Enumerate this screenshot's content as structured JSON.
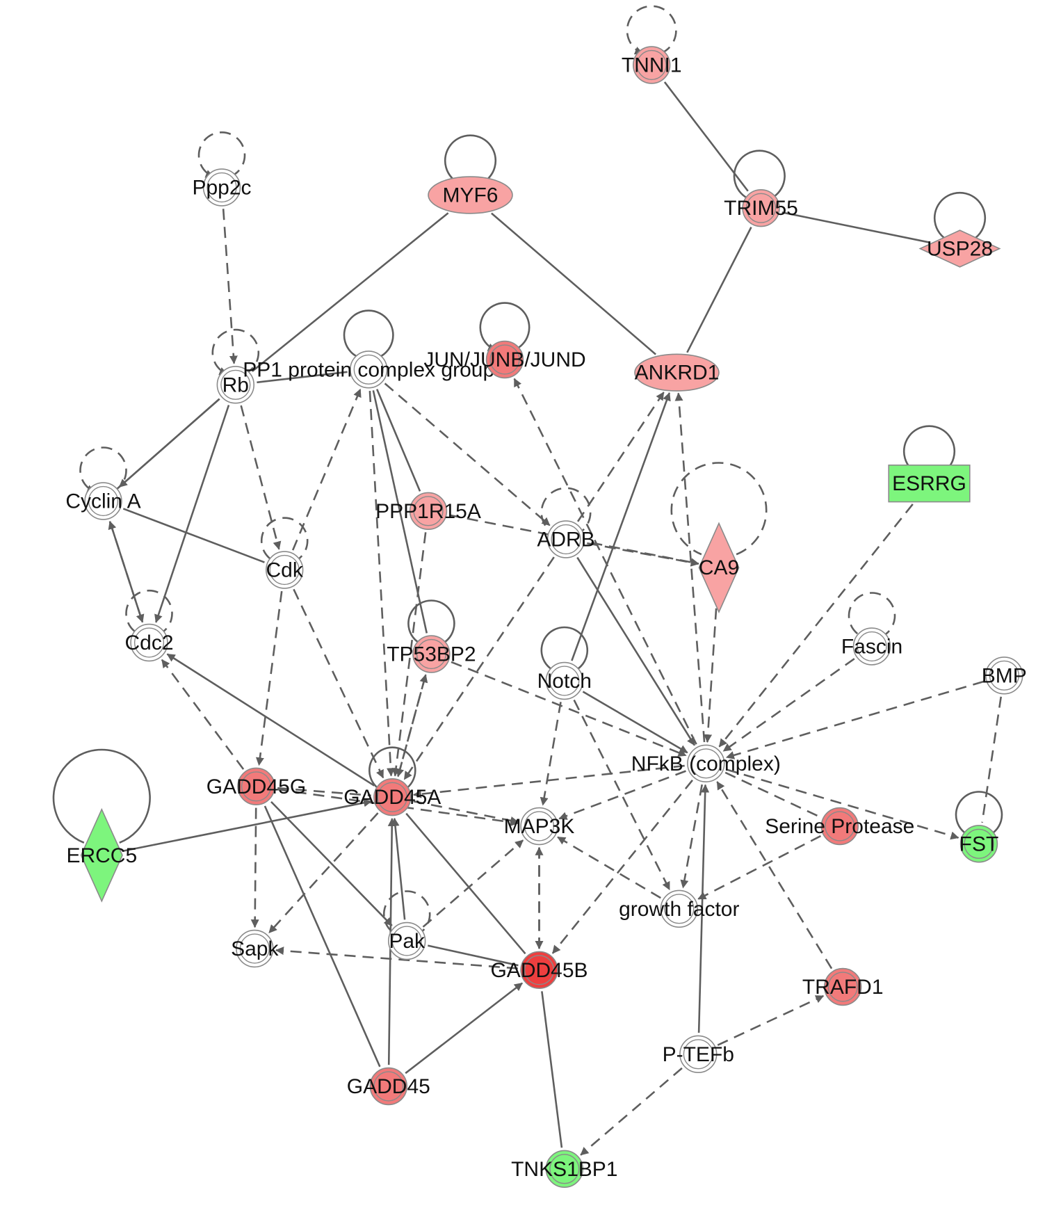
{
  "colors": {
    "up_light": "#f8a3a3",
    "up_medium": "#f27a7a",
    "up_strong": "#ee3f3f",
    "down": "#7df57d",
    "neutral": "#ffffff",
    "edge": "#5e5e5e"
  },
  "nodes": [
    {
      "id": "TNNI1",
      "label": "TNNI1",
      "shape": "circle",
      "color": "up_light"
    },
    {
      "id": "Ppp2c",
      "label": "Ppp2c",
      "shape": "circle",
      "color": "neutral"
    },
    {
      "id": "MYF6",
      "label": "MYF6",
      "shape": "ellipse",
      "color": "up_light"
    },
    {
      "id": "TRIM55",
      "label": "TRIM55",
      "shape": "circle",
      "color": "up_light"
    },
    {
      "id": "USP28",
      "label": "USP28",
      "shape": "diamond",
      "color": "up_light"
    },
    {
      "id": "Rb",
      "label": "Rb",
      "shape": "circle",
      "color": "neutral"
    },
    {
      "id": "PP1",
      "label": "PP1 protein complex group",
      "shape": "circle",
      "color": "neutral"
    },
    {
      "id": "JUN",
      "label": "JUN/JUNB/JUND",
      "shape": "circle",
      "color": "up_medium"
    },
    {
      "id": "ANKRD1",
      "label": "ANKRD1",
      "shape": "ellipse",
      "color": "up_light"
    },
    {
      "id": "ESRRG",
      "label": "ESRRG",
      "shape": "rect",
      "color": "down"
    },
    {
      "id": "CyclinA",
      "label": "Cyclin A",
      "shape": "circle",
      "color": "neutral"
    },
    {
      "id": "PPP1R15A",
      "label": "PPP1R15A",
      "shape": "circle",
      "color": "up_light"
    },
    {
      "id": "ADRB",
      "label": "ADRB",
      "shape": "circle",
      "color": "neutral"
    },
    {
      "id": "CA9",
      "label": "CA9",
      "shape": "diamond",
      "color": "up_light"
    },
    {
      "id": "Cdk",
      "label": "Cdk",
      "shape": "circle",
      "color": "neutral"
    },
    {
      "id": "Cdc2",
      "label": "Cdc2",
      "shape": "circle",
      "color": "neutral"
    },
    {
      "id": "TP53BP2",
      "label": "TP53BP2",
      "shape": "circle",
      "color": "up_light"
    },
    {
      "id": "Notch",
      "label": "Notch",
      "shape": "circle",
      "color": "neutral"
    },
    {
      "id": "Fascin",
      "label": "Fascin",
      "shape": "circle",
      "color": "neutral"
    },
    {
      "id": "BMP",
      "label": "BMP",
      "shape": "circle",
      "color": "neutral"
    },
    {
      "id": "NFkB",
      "label": "NFkB (complex)",
      "shape": "circle",
      "color": "neutral"
    },
    {
      "id": "GADD45G",
      "label": "GADD45G",
      "shape": "circle",
      "color": "up_medium"
    },
    {
      "id": "GADD45A",
      "label": "GADD45A",
      "shape": "circle",
      "color": "up_medium"
    },
    {
      "id": "MAP3K",
      "label": "MAP3K",
      "shape": "circle",
      "color": "neutral"
    },
    {
      "id": "SerineProtease",
      "label": "Serine Protease",
      "shape": "circle",
      "color": "up_medium"
    },
    {
      "id": "FST",
      "label": "FST",
      "shape": "circle",
      "color": "down"
    },
    {
      "id": "ERCC5",
      "label": "ERCC5",
      "shape": "diamond",
      "color": "down"
    },
    {
      "id": "growthfactor",
      "label": "growth factor",
      "shape": "circle",
      "color": "neutral"
    },
    {
      "id": "Sapk",
      "label": "Sapk",
      "shape": "circle",
      "color": "neutral"
    },
    {
      "id": "Pak",
      "label": "Pak",
      "shape": "circle",
      "color": "neutral"
    },
    {
      "id": "GADD45B",
      "label": "GADD45B",
      "shape": "circle",
      "color": "up_strong"
    },
    {
      "id": "TRAFD1",
      "label": "TRAFD1",
      "shape": "circle",
      "color": "up_medium"
    },
    {
      "id": "PTEFb",
      "label": "P-TEFb",
      "shape": "circle",
      "color": "neutral"
    },
    {
      "id": "GADD45",
      "label": "GADD45",
      "shape": "circle",
      "color": "up_medium"
    },
    {
      "id": "TNKS1BP1",
      "label": "TNKS1BP1",
      "shape": "circle",
      "color": "down"
    }
  ],
  "self_loops": [
    {
      "node": "TNNI1",
      "dashed": true,
      "arrow": true
    },
    {
      "node": "Ppp2c",
      "dashed": true,
      "arrow": true
    },
    {
      "node": "MYF6",
      "dashed": false,
      "arrow": true
    },
    {
      "node": "TRIM55",
      "dashed": false,
      "arrow": false
    },
    {
      "node": "USP28",
      "dashed": false,
      "arrow": false
    },
    {
      "node": "Rb",
      "dashed": true,
      "arrow": true
    },
    {
      "node": "PP1",
      "dashed": false,
      "arrow": false
    },
    {
      "node": "JUN",
      "dashed": false,
      "arrow": true
    },
    {
      "node": "ESRRG",
      "dashed": false,
      "arrow": false
    },
    {
      "node": "CyclinA",
      "dashed": true,
      "arrow": true
    },
    {
      "node": "ADRB",
      "dashed": true,
      "arrow": false
    },
    {
      "node": "CA9",
      "dashed": true,
      "arrow": false
    },
    {
      "node": "Cdk",
      "dashed": true,
      "arrow": false
    },
    {
      "node": "Cdc2",
      "dashed": true,
      "arrow": false
    },
    {
      "node": "TP53BP2",
      "dashed": false,
      "arrow": false
    },
    {
      "node": "Notch",
      "dashed": false,
      "arrow": false
    },
    {
      "node": "Fascin",
      "dashed": true,
      "arrow": false
    },
    {
      "node": "GADD45A",
      "dashed": false,
      "arrow": false
    },
    {
      "node": "FST",
      "dashed": false,
      "arrow": false
    },
    {
      "node": "ERCC5",
      "dashed": false,
      "arrow": false
    },
    {
      "node": "Pak",
      "dashed": true,
      "arrow": false
    }
  ],
  "edges": [
    {
      "from": "TNNI1",
      "to": "TRIM55",
      "dashed": false,
      "arrow": false
    },
    {
      "from": "TRIM55",
      "to": "USP28",
      "dashed": false,
      "arrow": false
    },
    {
      "from": "TRIM55",
      "to": "ANKRD1",
      "dashed": false,
      "arrow": false
    },
    {
      "from": "MYF6",
      "to": "Rb",
      "dashed": false,
      "arrow": false
    },
    {
      "from": "MYF6",
      "to": "ANKRD1",
      "dashed": false,
      "arrow": false
    },
    {
      "from": "Ppp2c",
      "to": "Rb",
      "dashed": true,
      "arrow": true
    },
    {
      "from": "Rb",
      "to": "PP1",
      "dashed": false,
      "arrow": false
    },
    {
      "from": "Rb",
      "to": "CyclinA",
      "dashed": false,
      "arrow": true
    },
    {
      "from": "CyclinA",
      "to": "Rb",
      "dashed": false,
      "arrow": false
    },
    {
      "from": "Rb",
      "to": "Cdc2",
      "dashed": false,
      "arrow": true
    },
    {
      "from": "Rb",
      "to": "Cdk",
      "dashed": true,
      "arrow": true
    },
    {
      "from": "Cdk",
      "to": "PP1",
      "dashed": true,
      "arrow": true
    },
    {
      "from": "PP1",
      "to": "PPP1R15A",
      "dashed": false,
      "arrow": false
    },
    {
      "from": "PP1",
      "to": "TP53BP2",
      "dashed": false,
      "arrow": false
    },
    {
      "from": "PP1",
      "to": "ADRB",
      "dashed": true,
      "arrow": true
    },
    {
      "from": "PP1",
      "to": "GADD45A",
      "dashed": true,
      "arrow": true
    },
    {
      "from": "CyclinA",
      "to": "Cdk",
      "dashed": false,
      "arrow": false
    },
    {
      "from": "Cdc2",
      "to": "CyclinA",
      "dashed": false,
      "arrow": true
    },
    {
      "from": "CyclinA",
      "to": "Cdc2",
      "dashed": true,
      "arrow": true
    },
    {
      "from": "Cdk",
      "to": "GADD45G",
      "dashed": true,
      "arrow": true
    },
    {
      "from": "Cdk",
      "to": "GADD45A",
      "dashed": true,
      "arrow": true
    },
    {
      "from": "GADD45G",
      "to": "Cdc2",
      "dashed": true,
      "arrow": true
    },
    {
      "from": "GADD45A",
      "to": "Cdc2",
      "dashed": false,
      "arrow": true
    },
    {
      "from": "PPP1R15A",
      "to": "CA9",
      "dashed": true,
      "arrow": true
    },
    {
      "from": "PPP1R15A",
      "to": "GADD45A",
      "dashed": true,
      "arrow": true
    },
    {
      "from": "ADRB",
      "to": "CA9",
      "dashed": true,
      "arrow": true
    },
    {
      "from": "ADRB",
      "to": "ANKRD1",
      "dashed": true,
      "arrow": true
    },
    {
      "from": "ADRB",
      "to": "GADD45A",
      "dashed": true,
      "arrow": true
    },
    {
      "from": "ADRB",
      "to": "NFkB",
      "dashed": false,
      "arrow": true
    },
    {
      "from": "NFkB",
      "to": "JUN",
      "dashed": true,
      "arrow": true
    },
    {
      "from": "NFkB",
      "to": "ANKRD1",
      "dashed": true,
      "arrow": true
    },
    {
      "from": "Notch",
      "to": "ANKRD1",
      "dashed": false,
      "arrow": true
    },
    {
      "from": "CA9",
      "to": "NFkB",
      "dashed": true,
      "arrow": true
    },
    {
      "from": "ESRRG",
      "to": "NFkB",
      "dashed": true,
      "arrow": true
    },
    {
      "from": "Fascin",
      "to": "NFkB",
      "dashed": true,
      "arrow": true
    },
    {
      "from": "BMP",
      "to": "NFkB",
      "dashed": true,
      "arrow": true
    },
    {
      "from": "BMP",
      "to": "FST",
      "dashed": true,
      "arrow": false
    },
    {
      "from": "TP53BP2",
      "to": "NFkB",
      "dashed": true,
      "arrow": true
    },
    {
      "from": "TP53BP2",
      "to": "GADD45A",
      "dashed": true,
      "arrow": true
    },
    {
      "from": "GADD45A",
      "to": "TP53BP2",
      "dashed": true,
      "arrow": true
    },
    {
      "from": "Notch",
      "to": "NFkB",
      "dashed": false,
      "arrow": true
    },
    {
      "from": "Notch",
      "to": "MAP3K",
      "dashed": true,
      "arrow": true
    },
    {
      "from": "Notch",
      "to": "growthfactor",
      "dashed": true,
      "arrow": true
    },
    {
      "from": "NFkB",
      "to": "GADD45A",
      "dashed": true,
      "arrow": true
    },
    {
      "from": "NFkB",
      "to": "MAP3K",
      "dashed": true,
      "arrow": true
    },
    {
      "from": "NFkB",
      "to": "growthfactor",
      "dashed": true,
      "arrow": true
    },
    {
      "from": "NFkB",
      "to": "GADD45B",
      "dashed": true,
      "arrow": true
    },
    {
      "from": "NFkB",
      "to": "FST",
      "dashed": true,
      "arrow": true
    },
    {
      "from": "NFkB",
      "to": "SerineProtease",
      "dashed": true,
      "arrow": false
    },
    {
      "from": "SerineProtease",
      "to": "growthfactor",
      "dashed": true,
      "arrow": true
    },
    {
      "from": "TRAFD1",
      "to": "NFkB",
      "dashed": true,
      "arrow": true
    },
    {
      "from": "PTEFb",
      "to": "NFkB",
      "dashed": false,
      "arrow": true
    },
    {
      "from": "PTEFb",
      "to": "TRAFD1",
      "dashed": true,
      "arrow": true
    },
    {
      "from": "PTEFb",
      "to": "TNKS1BP1",
      "dashed": true,
      "arrow": true
    },
    {
      "from": "growthfactor",
      "to": "MAP3K",
      "dashed": true,
      "arrow": true
    },
    {
      "from": "GADD45G",
      "to": "GADD45A",
      "dashed": true,
      "arrow": false
    },
    {
      "from": "GADD45G",
      "to": "MAP3K",
      "dashed": true,
      "arrow": true
    },
    {
      "from": "GADD45A",
      "to": "MAP3K",
      "dashed": true,
      "arrow": true
    },
    {
      "from": "GADD45G",
      "to": "Sapk",
      "dashed": true,
      "arrow": true
    },
    {
      "from": "GADD45G",
      "to": "Pak",
      "dashed": false,
      "arrow": true
    },
    {
      "from": "GADD45G",
      "to": "GADD45",
      "dashed": false,
      "arrow": false
    },
    {
      "from": "ERCC5",
      "to": "GADD45A",
      "dashed": false,
      "arrow": true
    },
    {
      "from": "GADD45A",
      "to": "Sapk",
      "dashed": true,
      "arrow": true
    },
    {
      "from": "Pak",
      "to": "GADD45A",
      "dashed": false,
      "arrow": true
    },
    {
      "from": "GADD45",
      "to": "GADD45A",
      "dashed": false,
      "arrow": true
    },
    {
      "from": "GADD45A",
      "to": "GADD45B",
      "dashed": false,
      "arrow": false
    },
    {
      "from": "GADD45",
      "to": "GADD45B",
      "dashed": false,
      "arrow": true
    },
    {
      "from": "MAP3K",
      "to": "GADD45B",
      "dashed": true,
      "arrow": true
    },
    {
      "from": "GADD45B",
      "to": "MAP3K",
      "dashed": true,
      "arrow": true
    },
    {
      "from": "Pak",
      "to": "MAP3K",
      "dashed": true,
      "arrow": true
    },
    {
      "from": "Pak",
      "to": "GADD45B",
      "dashed": false,
      "arrow": false
    },
    {
      "from": "GADD45B",
      "to": "Sapk",
      "dashed": true,
      "arrow": true
    },
    {
      "from": "GADD45B",
      "to": "TNKS1BP1",
      "dashed": false,
      "arrow": false
    }
  ]
}
